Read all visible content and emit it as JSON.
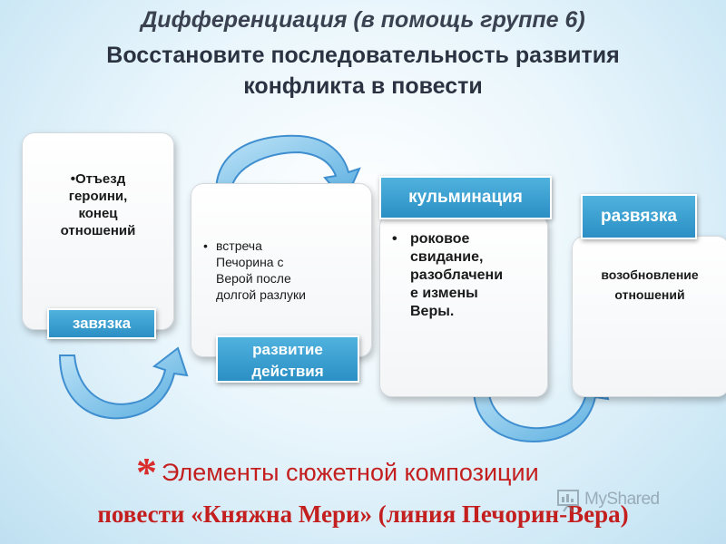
{
  "header": {
    "title_line1": "Дифференциация (в помощь группе 6)",
    "title_line2": "Восстановите последовательность развития",
    "title_line3": "конфликта в повести"
  },
  "stages": [
    {
      "label": "завязка",
      "text_lines": [
        "•Отъезд",
        "героини,",
        "конец",
        "отношений"
      ]
    },
    {
      "label_line1": "развитие",
      "label_line2": "действия",
      "text_lines": [
        "встреча",
        "Печорина с",
        "Верой после",
        "долгой разлуки"
      ]
    },
    {
      "label": "кульминация",
      "text_lines": [
        "роковое",
        "свидание,",
        "разоблачени",
        "е измены",
        "Веры."
      ]
    },
    {
      "label": "развязка",
      "text_lines": [
        "возобновление",
        "отношений"
      ]
    }
  ],
  "footer": {
    "star": "*",
    "line1": "Элементы сюжетной композиции",
    "line2": "повести «Княжна Мери» (линия Печорин-Вера)"
  },
  "watermark": {
    "text": "MyShared",
    "icon": "presentation-board-icon"
  },
  "colors": {
    "label_blue": "#2b8fc4",
    "arrow_blue": "#3f8fd0",
    "footer_red": "#c41f1f"
  }
}
